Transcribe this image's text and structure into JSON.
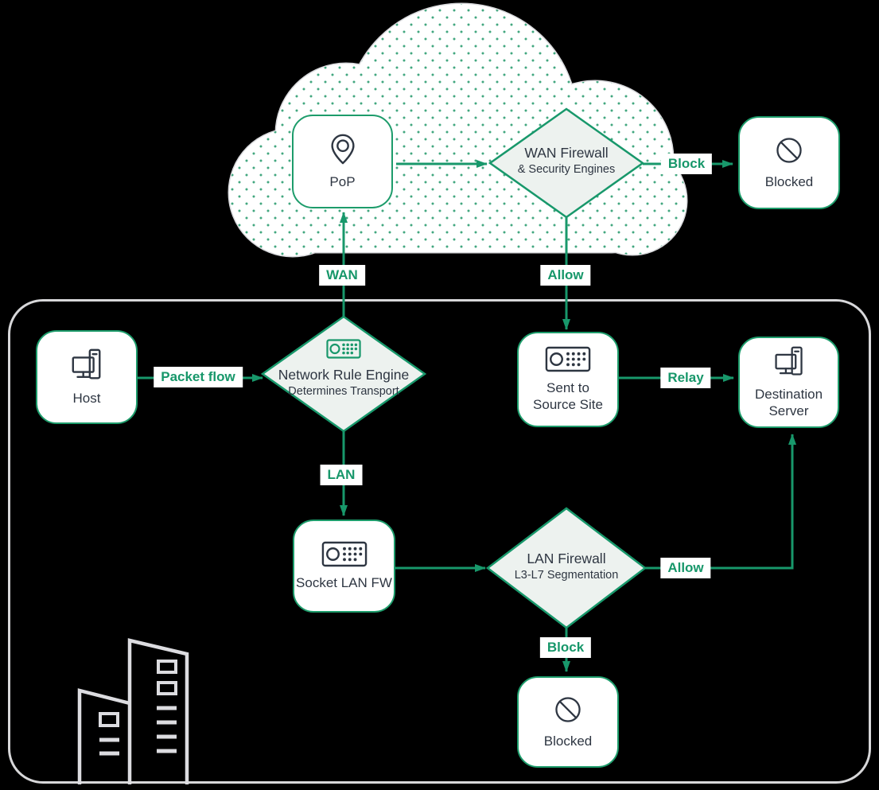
{
  "diagram": {
    "cloud": {
      "pop": {
        "label": "PoP"
      },
      "wan_firewall": {
        "title": "WAN Firewall",
        "subtitle": "& Security Engines"
      }
    },
    "nodes": {
      "blocked_top": {
        "label": "Blocked"
      },
      "host": {
        "label": "Host"
      },
      "sent_to_source": {
        "line1": "Sent to",
        "line2": "Source Site"
      },
      "destination_server": {
        "line1": "Destination",
        "line2": "Server"
      },
      "socket_lan_fw": {
        "label": "Socket LAN FW"
      },
      "blocked_bottom": {
        "label": "Blocked"
      }
    },
    "diamonds": {
      "network_rule_engine": {
        "title": "Network Rule Engine",
        "subtitle": "Determines Transport"
      },
      "lan_firewall": {
        "title": "LAN Firewall",
        "subtitle": "L3-L7 Segmentation"
      }
    },
    "edge_labels": {
      "packet_flow": "Packet flow",
      "wan": "WAN",
      "lan": "LAN",
      "allow_top": "Allow",
      "allow_bottom": "Allow",
      "block_top": "Block",
      "block_bottom": "Block",
      "relay": "Relay"
    },
    "colors": {
      "accent_green": "#18986B",
      "node_border_green": "#1D9C6B",
      "dark_ink": "#2E3642",
      "diamond_fill": "#EDF2EF",
      "cloud_outline": "#D8D9DC",
      "cloud_dot_green": "#2E9E71",
      "container_outline": "#D7D7D9",
      "building_outline": "#DCDCE0",
      "background": "#000000"
    }
  }
}
